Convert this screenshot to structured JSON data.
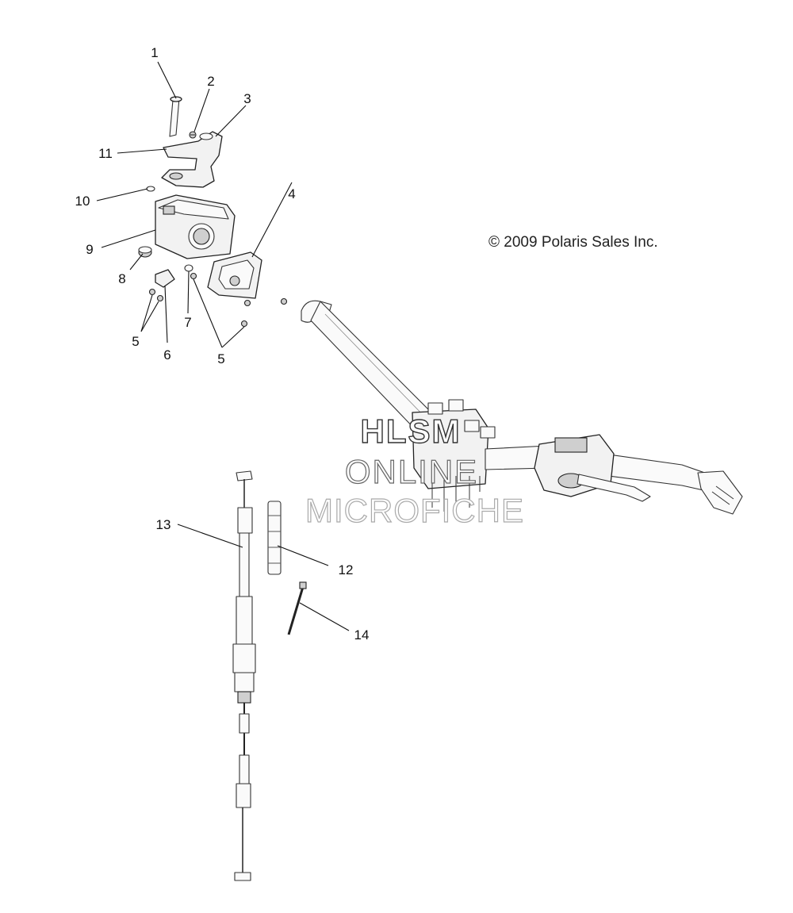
{
  "copyright": "© 2009 Polaris Sales Inc.",
  "watermark": {
    "line1": "HLSM",
    "line2": "ONLINE",
    "line3": "MICROFICHE"
  },
  "callouts": {
    "c1": "1",
    "c2": "2",
    "c3": "3",
    "c4": "4",
    "c5a": "5",
    "c5b": "5",
    "c6": "6",
    "c7": "7",
    "c8": "8",
    "c9": "9",
    "c10": "10",
    "c11": "11",
    "c12": "12",
    "c13": "13",
    "c14": "14"
  }
}
